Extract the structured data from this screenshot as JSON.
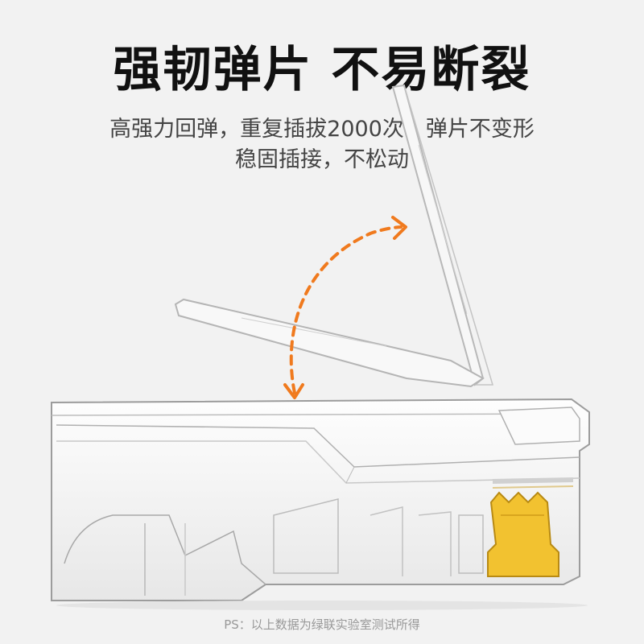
{
  "headline": "强韧弹片 不易断裂",
  "subtitle_line1": "高强力回弹，重复插拔2000次，弹片不变形",
  "subtitle_line2": "稳固插接，不松动",
  "footnote": "PS：以上数据为绿联实验室测试所得",
  "colors": {
    "background": "#f2f2f2",
    "arrow": "#f07a1e",
    "contact_gold": "#f2c230"
  }
}
